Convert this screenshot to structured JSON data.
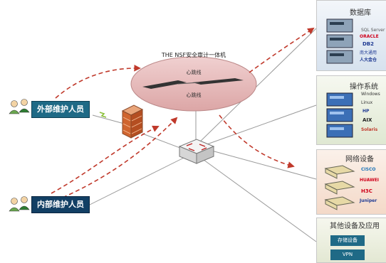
{
  "actors": {
    "external": "外部维护人员",
    "internal": "内部维护人员"
  },
  "appliance": {
    "title": "THE NSF安全审计一体机",
    "heartbeat_top": "心跳线",
    "heartbeat_bottom": "心跳线"
  },
  "panels": {
    "database": {
      "title": "数据库",
      "brands": [
        "SQL Server",
        "ORACLE",
        "DB2",
        "南大通用",
        "人大金仓"
      ]
    },
    "os": {
      "title": "操作系统",
      "brands": [
        "Windows",
        "Linux",
        "HP",
        "AIX",
        "Solaris"
      ]
    },
    "network": {
      "title": "网络设备",
      "brands": [
        "CISCO",
        "HUAWEI",
        "H3C",
        "Juniper"
      ]
    },
    "other": {
      "title": "其他设备及应用",
      "items": [
        "存储设备",
        "VPN"
      ]
    }
  },
  "colors": {
    "dashed_arrow": "#c0392b",
    "ellipse_fill": "#e6b9b9",
    "actor_label_ext": "#1f6a86",
    "actor_label_int": "#123f64"
  }
}
